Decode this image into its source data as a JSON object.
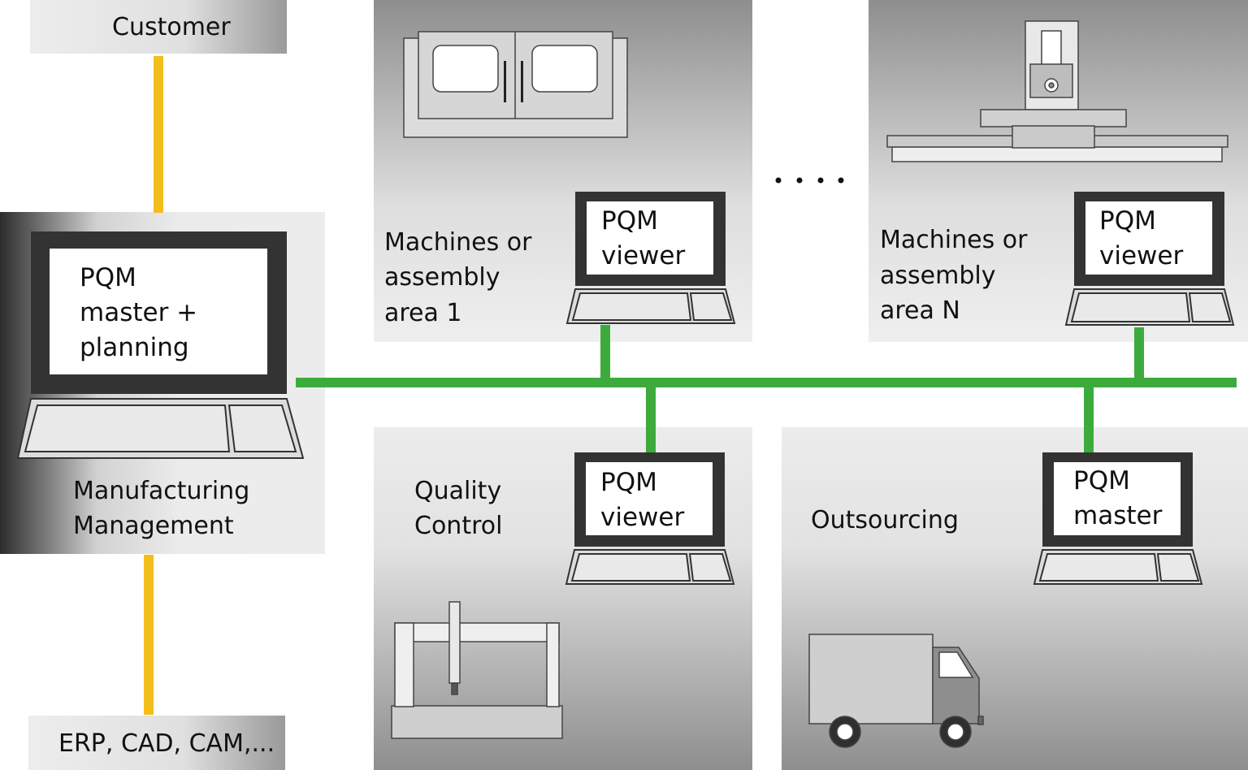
{
  "nodes": {
    "customer": {
      "label": "Customer"
    },
    "erp": {
      "label": "ERP, CAD, CAM,..."
    },
    "manufacturing": {
      "label_lines": [
        "Manufacturing",
        "Management"
      ],
      "screen_lines": [
        "PQM",
        "master +",
        "planning"
      ]
    },
    "machines_1": {
      "label_lines": [
        "Machines or",
        "assembly",
        "area 1"
      ],
      "screen_lines": [
        "PQM",
        "viewer"
      ]
    },
    "machines_n": {
      "label_lines": [
        "Machines or",
        "assembly",
        "area N"
      ],
      "screen_lines": [
        "PQM",
        "viewer"
      ]
    },
    "quality": {
      "label_lines": [
        "Quality",
        "Control"
      ],
      "screen_lines": [
        "PQM",
        "viewer"
      ]
    },
    "outsourcing": {
      "label_lines": [
        "Outsourcing"
      ],
      "screen_lines": [
        "PQM",
        "master"
      ]
    }
  },
  "colors": {
    "network_link": "#3cab3c",
    "external_link": "#f3bd1c",
    "monitor_frame": "#333333",
    "panel_light": "#ececec",
    "panel_dark": "#8a8a8a"
  },
  "ellipsis_icon": "dots-icon"
}
